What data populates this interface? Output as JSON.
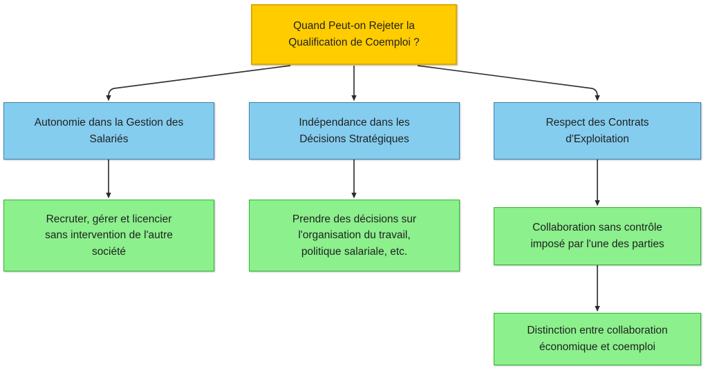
{
  "diagram": {
    "title": "Quand Peut-on Rejeter la Qualification de Coemploi ?",
    "colors": {
      "root_fill": "#ffcc00",
      "root_stroke": "#e0a800",
      "branch_fill": "#85cdee",
      "branch_stroke": "#3e7ead",
      "leaf_fill": "#8cf08c",
      "leaf_stroke": "#2db52d",
      "edge_stroke": "#333333",
      "text": "#1f2021",
      "background": "#ffffff"
    },
    "nodes": {
      "root": {
        "label": "Quand Peut-on Rejeter la\nQualification de Coemploi ?"
      },
      "branch_left": {
        "label": "Autonomie dans la Gestion des\nSalariés"
      },
      "branch_middle": {
        "label": "Indépendance dans les\nDécisions Stratégiques"
      },
      "branch_right": {
        "label": "Respect des Contrats\nd'Exploitation"
      },
      "leaf_left": {
        "label": "Recruter, gérer et licencier\nsans intervention de l'autre\nsociété"
      },
      "leaf_middle": {
        "label": "Prendre des décisions sur\nl'organisation du travail,\npolitique salariale, etc."
      },
      "leaf_right": {
        "label": "Collaboration sans contrôle\nimposé par l'une des parties"
      },
      "leaf_right_second": {
        "label": "Distinction entre collaboration\néconomique et coemploi"
      }
    },
    "edges": [
      {
        "from": "root",
        "to": "branch_left"
      },
      {
        "from": "root",
        "to": "branch_middle"
      },
      {
        "from": "root",
        "to": "branch_right"
      },
      {
        "from": "branch_left",
        "to": "leaf_left"
      },
      {
        "from": "branch_middle",
        "to": "leaf_middle"
      },
      {
        "from": "branch_right",
        "to": "leaf_right"
      },
      {
        "from": "leaf_right",
        "to": "leaf_right_second"
      }
    ]
  }
}
